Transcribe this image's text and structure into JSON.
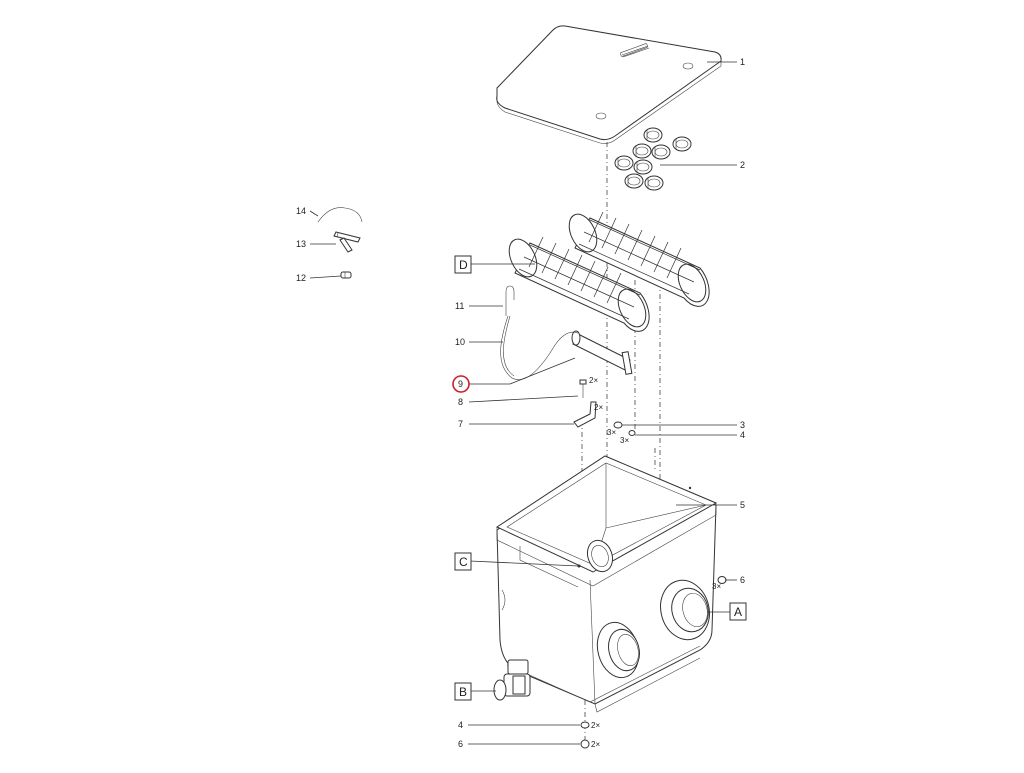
{
  "callouts": {
    "n1": "1",
    "n2": "2",
    "n3": "3",
    "n4a": "4",
    "n5": "5",
    "n6a": "6",
    "n7": "7",
    "n8": "8",
    "n9": "9",
    "n10": "10",
    "n11": "11",
    "n12": "12",
    "n13": "13",
    "n14": "14",
    "n4b": "4",
    "n6b": "6"
  },
  "quantities": {
    "q8": "2×",
    "q7": "2×",
    "q3": "3×",
    "q4": "3×",
    "q6": "3×",
    "q4b": "2×",
    "q6b": "2×"
  },
  "connection_labels": {
    "A": "A",
    "B": "B",
    "C": "C",
    "D": "D"
  },
  "colors": {
    "highlight": "#d01c2a",
    "line": "#333333"
  }
}
